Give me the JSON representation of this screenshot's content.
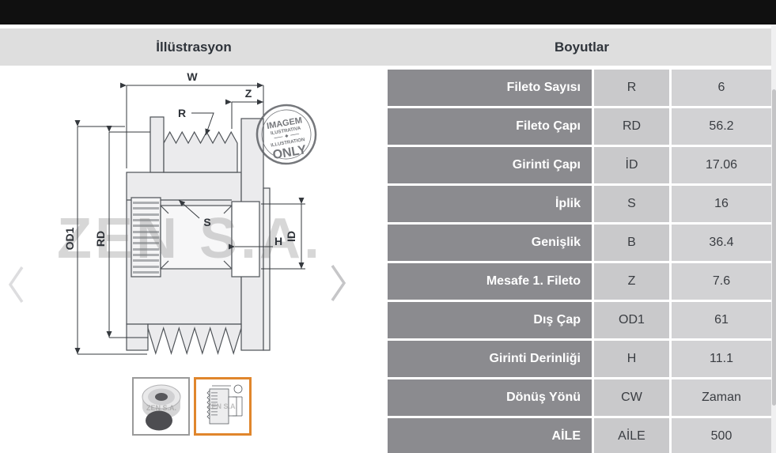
{
  "colors": {
    "topbar": "#101010",
    "header_bg": "#dedede",
    "header_text": "#2f343b",
    "label_bg": "#8b8b8f",
    "code_bg": "#c9c9cb",
    "value_bg": "#d2d2d4",
    "cell_text": "#3a3d42",
    "accent_orange": "#e0862c",
    "thumb_border": "#9a9a9a"
  },
  "header": {
    "illustration_title": "İllüstrasyon",
    "dimensions_title": "Boyutlar"
  },
  "illustration": {
    "watermark": "ZEN S.A.",
    "stamp": {
      "line1": "IMAGEM",
      "line2": "ILUSTRATIVA",
      "line3": "ILLUSTRATION",
      "line4": "ONLY"
    },
    "dim_labels": {
      "w": "W",
      "z": "Z",
      "r": "R",
      "s": "S",
      "od1": "OD1",
      "rd": "RD",
      "h": "H",
      "id": "ID"
    }
  },
  "table": {
    "rows": [
      {
        "label": "Fileto Sayısı",
        "code": "R",
        "value": "6"
      },
      {
        "label": "Fileto Çapı",
        "code": "RD",
        "value": "56.2"
      },
      {
        "label": "Girinti Çapı",
        "code": "İD",
        "value": "17.06"
      },
      {
        "label": "İplik",
        "code": "S",
        "value": "16"
      },
      {
        "label": "Genişlik",
        "code": "B",
        "value": "36.4"
      },
      {
        "label": "Mesafe 1. Fileto",
        "code": "Z",
        "value": "7.6"
      },
      {
        "label": "Dış Çap",
        "code": "OD1",
        "value": "61"
      },
      {
        "label": "Girinti Derinliği",
        "code": "H",
        "value": "11.1"
      },
      {
        "label": "Dönüş Yönü",
        "code": "CW",
        "value": "Zaman"
      },
      {
        "label": "AİLE",
        "code": "AİLE",
        "value": "500"
      }
    ]
  }
}
